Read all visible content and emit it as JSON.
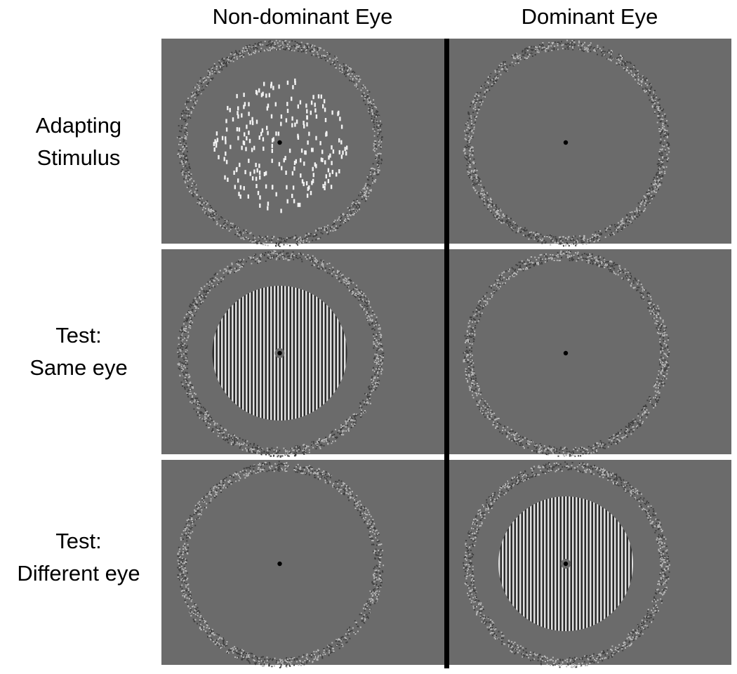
{
  "columns": {
    "left": "Non-dominant Eye",
    "right": "Dominant Eye"
  },
  "rows": [
    {
      "line1": "Adapting",
      "line2": "Stimulus"
    },
    {
      "line1": "Test:",
      "line2": "Same eye"
    },
    {
      "line1": "Test:",
      "line2": "Different eye"
    }
  ],
  "colors": {
    "panel_background": "#6b6b6b",
    "separator": "#000000",
    "fixation_dot": "#000000",
    "noise_ring_light": "#b8b8b8",
    "noise_ring_dark": "#404040",
    "dots": "#f2f2f2",
    "grating_light": "#e0e0e0",
    "grating_dark": "#2a2a2a"
  },
  "panels": [
    {
      "row": 0,
      "eye": "non-dominant",
      "content": "random-dots"
    },
    {
      "row": 0,
      "eye": "dominant",
      "content": "blank"
    },
    {
      "row": 1,
      "eye": "non-dominant",
      "content": "vertical-grating"
    },
    {
      "row": 1,
      "eye": "dominant",
      "content": "blank"
    },
    {
      "row": 2,
      "eye": "non-dominant",
      "content": "blank"
    },
    {
      "row": 2,
      "eye": "dominant",
      "content": "vertical-grating"
    }
  ]
}
